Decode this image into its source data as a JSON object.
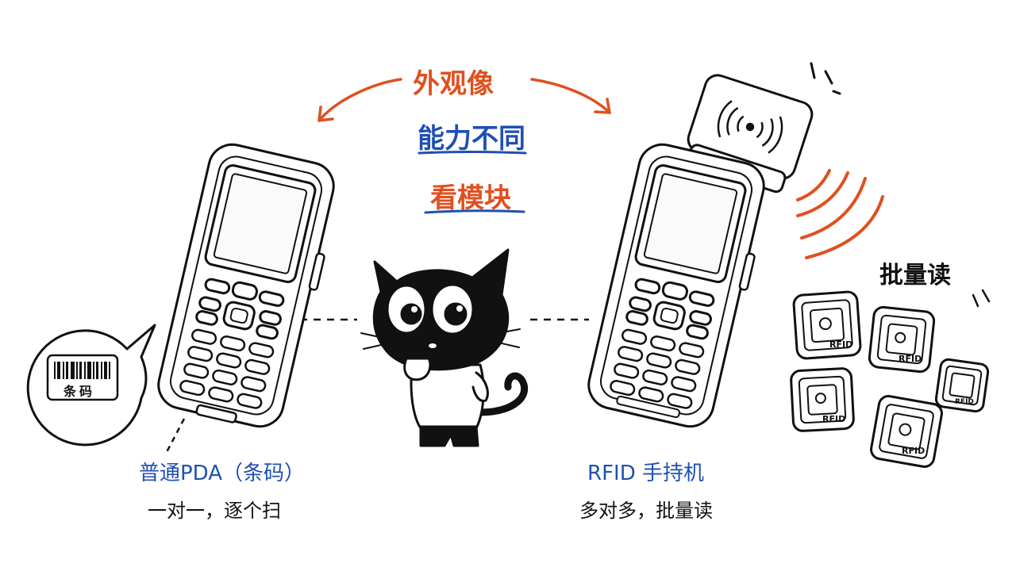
{
  "colors": {
    "accent_orange": "#e0501f",
    "accent_blue": "#1f4fb5",
    "ink": "#111111",
    "background": "#ffffff"
  },
  "center": {
    "line1": "外观像",
    "line2": "能力不同",
    "line3": "看模块"
  },
  "left_device": {
    "bubble_label": "条码",
    "title": "普通PDA（条码）",
    "subtitle": "一对一，逐个扫"
  },
  "right_device": {
    "batch_label": "批量读",
    "tag_label": "RFID",
    "title": "RFID 手持机",
    "subtitle": "多对多，批量读"
  },
  "icons": [
    "barcode-icon",
    "rfid-wave-icon",
    "rfid-tag-icon",
    "cat-mascot"
  ]
}
